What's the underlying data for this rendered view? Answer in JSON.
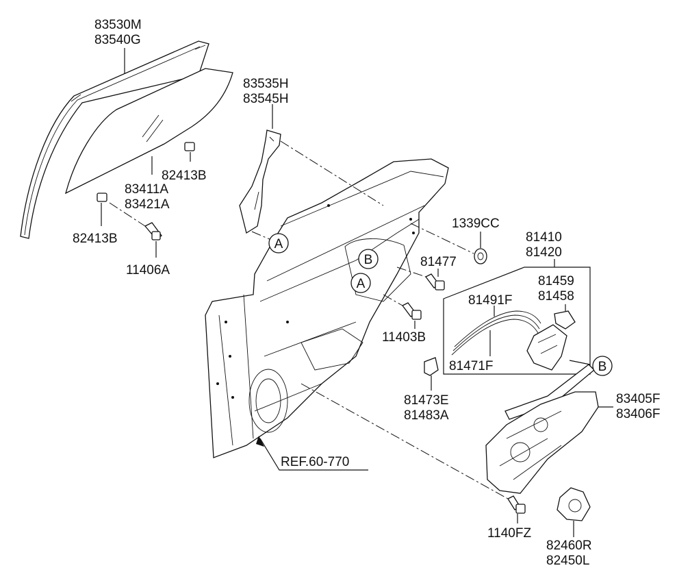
{
  "parts": {
    "glass_channel": [
      "83530M",
      "83540G"
    ],
    "guide_rail": [
      "83535H",
      "83545H"
    ],
    "glass": [
      "83411A",
      "83421A"
    ],
    "clip_upper": "82413B",
    "clip_lower": "82413B",
    "bolt_glass": "11406A",
    "plug": "1339CC",
    "latch_assy": [
      "81410",
      "81420"
    ],
    "screw_latch": "81477",
    "actuator": [
      "81459",
      "81458"
    ],
    "cable_outer": "81491F",
    "cable_inner": "81471F",
    "bolt_panel": "11403B",
    "striker_parts": [
      "81473E",
      "81483A"
    ],
    "regulator": [
      "83405F",
      "83406F"
    ],
    "bolt_regulator": "1140FZ",
    "motor": [
      "82460R",
      "82450L"
    ]
  },
  "markers": {
    "a": "A",
    "b": "B"
  },
  "reference": "REF.60-770"
}
